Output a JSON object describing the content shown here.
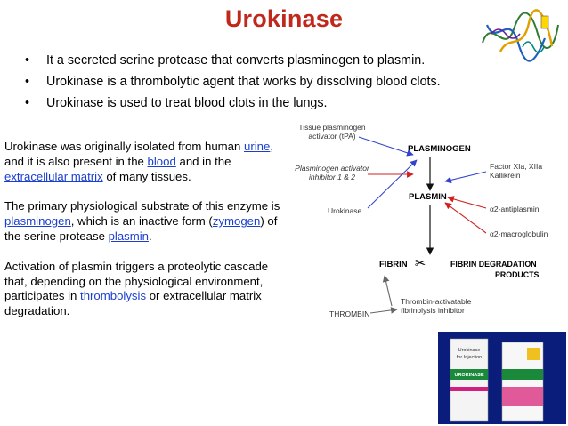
{
  "title": "Urokinase",
  "bullets": [
    "It a secreted serine protease that converts plasminogen to plasmin.",
    "Urokinase is a thrombolytic agent that works by dissolving blood clots.",
    "Urokinase is used to treat blood clots in the lungs."
  ],
  "para1": {
    "t1": "Urokinase was originally isolated from human ",
    "link_urine": "urine",
    "t2": ", and it is also present in the ",
    "link_blood": "blood",
    "t3": " and in the ",
    "link_ecm": "extracellular matrix",
    "t4": " of many tissues."
  },
  "para2": {
    "t1": "The primary physiological substrate of this enzyme is ",
    "link_plasminogen": "plasminogen",
    "t2": ", which is an inactive form (",
    "link_zymogen": "zymogen",
    "t3": ") of the serine protease ",
    "link_plasmin": "plasmin",
    "t4": "."
  },
  "para3": {
    "t1": "Activation of plasmin triggers a proteolytic cascade that, depending on the physiological environment, participates in ",
    "link_thrombolysis": "thrombolysis",
    "t2": " or extracellular matrix degradation."
  },
  "diagram": {
    "tpa": [
      "Tissue plasminogen",
      "activator (tPA)"
    ],
    "plasminogen": "PLASMINOGEN",
    "pai": [
      "Plasminogen activator",
      "inhibitor 1 & 2"
    ],
    "factor": [
      "Factor XIa, XIIa",
      "Kallikrein"
    ],
    "plasmin": "PLASMIN",
    "urokinase": "Urokinase",
    "antiplasmin": "α2-antiplasmin",
    "macroglobulin": "α2-macroglobulin",
    "fibrin": "FIBRIN",
    "scissors": "✂",
    "fdp": [
      "FIBRIN DEGRADATION",
      "PRODUCTS"
    ],
    "thrombin": "THROMBIN",
    "tafi": [
      "Thrombin-activatable",
      "fibrinolysis inhibitor"
    ]
  },
  "package": {
    "brand": "UROKINASE",
    "line1": "Urokinase",
    "line2": "for Injection"
  },
  "colors": {
    "title": "#c0281c",
    "link": "#1a3fd0",
    "activator_arrow": "#3344cc",
    "inhibitor_arrow": "#d02020",
    "photo_bg": "#0b1d7a"
  }
}
